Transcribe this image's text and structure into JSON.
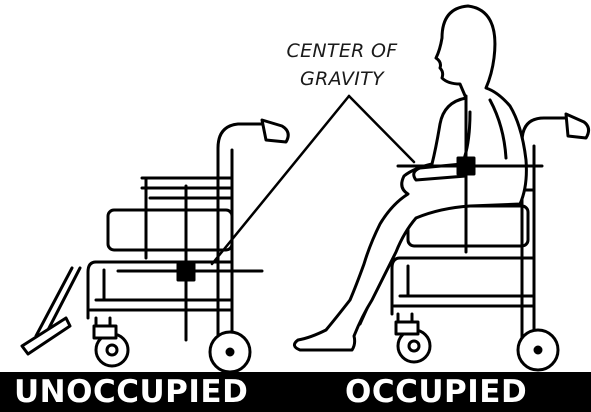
{
  "labels": {
    "center_of_gravity_line1": "CENTER OF",
    "center_of_gravity_line2": "GRAVITY"
  },
  "captions": {
    "left": "UNOCCUPIED",
    "right": "OCCUPIED"
  },
  "colors": {
    "ink": "#000000",
    "caption_bar": "#000000",
    "caption_text": "#ffffff"
  }
}
